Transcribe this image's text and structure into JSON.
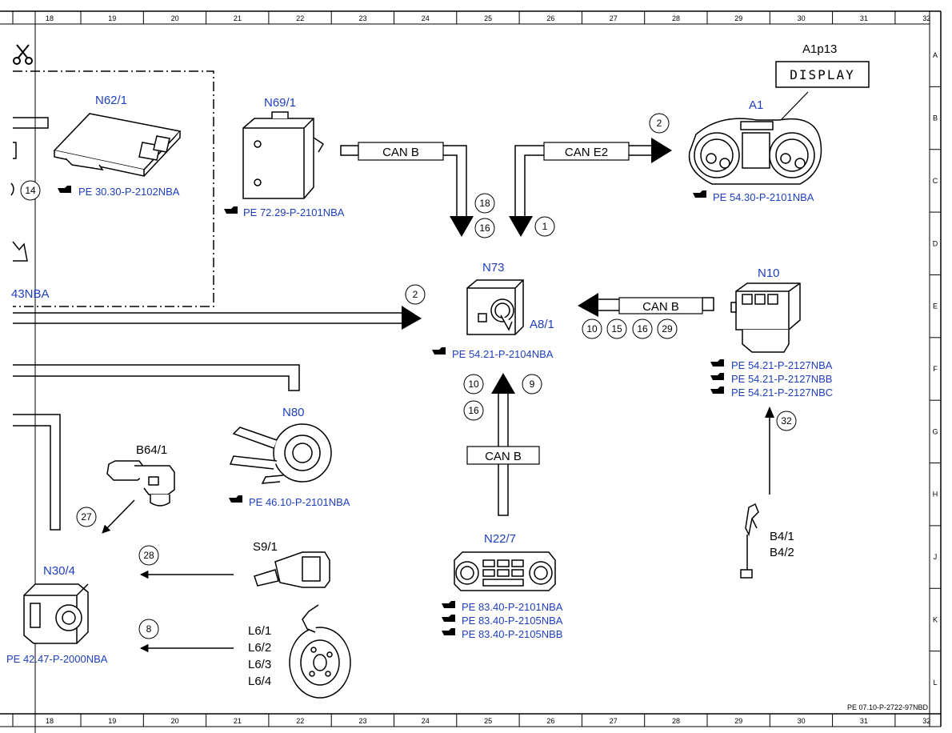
{
  "grid": {
    "columns": [
      "18",
      "19",
      "20",
      "21",
      "22",
      "23",
      "24",
      "25",
      "26",
      "27",
      "28",
      "29",
      "30",
      "31",
      "32"
    ],
    "rows": [
      "A",
      "B",
      "C",
      "D",
      "E",
      "F",
      "G",
      "H",
      "J",
      "K",
      "L"
    ]
  },
  "components": {
    "n62_1": {
      "name": "N62/1",
      "ref": "PE 30.30-P-2102NBA"
    },
    "n69_1": {
      "name": "N69/1",
      "ref": "PE 72.29-P-2101NBA"
    },
    "a1p13": {
      "name": "A1p13",
      "display_text": "DISPLAY"
    },
    "a1": {
      "name": "A1",
      "ref": "PE 54.30-P-2101NBA"
    },
    "n73": {
      "name": "N73",
      "sub": "A8/1",
      "ref": "PE 54.21-P-2104NBA"
    },
    "n10": {
      "name": "N10",
      "refs": [
        "PE 54.21-P-2127NBA",
        "PE 54.21-P-2127NBB",
        "PE 54.21-P-2127NBC"
      ]
    },
    "n80": {
      "name": "N80",
      "ref": "PE 46.10-P-2101NBA"
    },
    "b64_1": {
      "name": "B64/1"
    },
    "n30_4": {
      "name": "N30/4",
      "ref": "PE 42.47-P-2000NBA"
    },
    "s9_1": {
      "name": "S9/1"
    },
    "l6": {
      "names": [
        "L6/1",
        "L6/2",
        "L6/3",
        "L6/4"
      ]
    },
    "n22_7": {
      "name": "N22/7",
      "refs": [
        "PE 83.40-P-2101NBA",
        "PE 83.40-P-2105NBA",
        "PE 83.40-P-2105NBB"
      ]
    },
    "b4": {
      "names": [
        "B4/1",
        "B4/2"
      ]
    },
    "cut_left": {
      "ref_fragment": "43NBA"
    }
  },
  "buses": {
    "can_b_top": "CAN B",
    "can_e2": "CAN E2",
    "can_b_right": "CAN B",
    "can_b_bottom": "CAN B"
  },
  "signals": {
    "s14": "14",
    "s2_top": "2",
    "s18": "18",
    "s16_top": "16",
    "s1": "1",
    "s2_mid": "2",
    "s10_right": "10",
    "s15": "15",
    "s16_right": "16",
    "s29": "29",
    "s10_bottom": "10",
    "s9": "9",
    "s16_bottom": "16",
    "s32": "32",
    "s27": "27",
    "s28": "28",
    "s8": "8"
  },
  "footer": {
    "doc_ref": "PE 07.10-P-2722-97NBD"
  },
  "colors": {
    "ref_blue": "#1f3fbf",
    "line": "#000000"
  }
}
